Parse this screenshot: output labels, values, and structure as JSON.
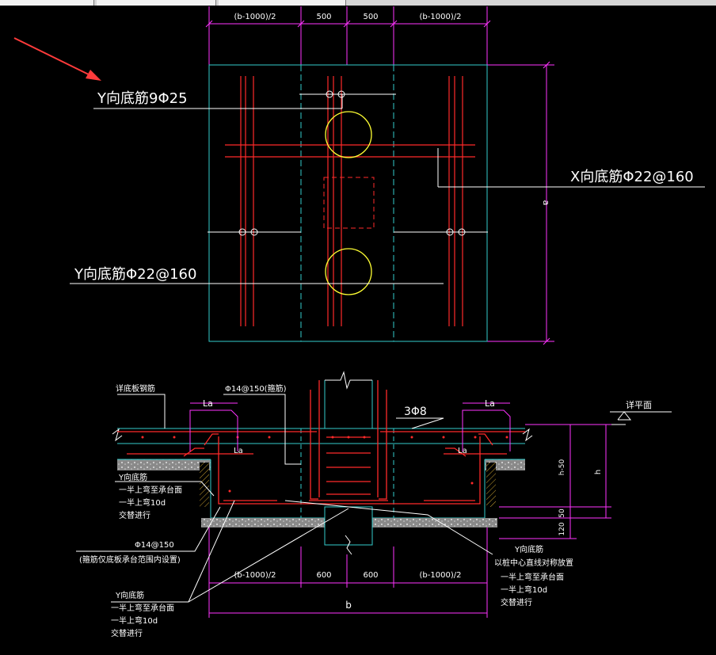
{
  "colors": {
    "background": "#000000",
    "outline": "#33cccc",
    "rebar": "#ff2a2a",
    "pile": "#ffff33",
    "dimension": "#ff33ff",
    "annotation": "#ffffff",
    "pointer_arrow": "#ff3b3b",
    "concrete_fill": "#9a9a9a",
    "hatch": "#c8a030"
  },
  "plan": {
    "label_y_top": "Y向底筋9Φ25",
    "label_x_right": "X向底筋Φ22@160",
    "label_y_bottom": "Y向底筋Φ22@160",
    "dim_top": [
      "(b-1000)/2",
      "500",
      "500",
      "(b-1000)/2"
    ],
    "dim_right": "a"
  },
  "section": {
    "label_top_rebar": "详底板钢筋",
    "label_stirrup_top": "Φ14@150(箍筋)",
    "label_bars": "3Φ8",
    "label_la_left": "La",
    "label_la_right": "La",
    "label_la_small_left": "La",
    "label_la_small_right": "La",
    "label_ground": "详平面",
    "left_note": [
      "Y向底筋",
      "一半上弯至承台面",
      "一半上弯10d",
      "交替进行"
    ],
    "stirrup_note": [
      "Φ14@150",
      "(箍筋仅底板承台范围内设置)"
    ],
    "bottom_note": [
      "Y向底筋",
      "一半上弯至承台面",
      "一半上弯10d",
      "交替进行"
    ],
    "right_note": [
      "Y向底筋",
      "以桩中心直线对称放置",
      "一半上弯至承台面",
      "一半上弯10d",
      "交替进行"
    ],
    "dim_bottom": [
      "(b-1000)/2",
      "600",
      "600",
      "(b-1000)/2"
    ],
    "dim_total": "b",
    "dim_right_parts": [
      "h-50",
      "50",
      "120"
    ],
    "dim_right_total": "h"
  }
}
